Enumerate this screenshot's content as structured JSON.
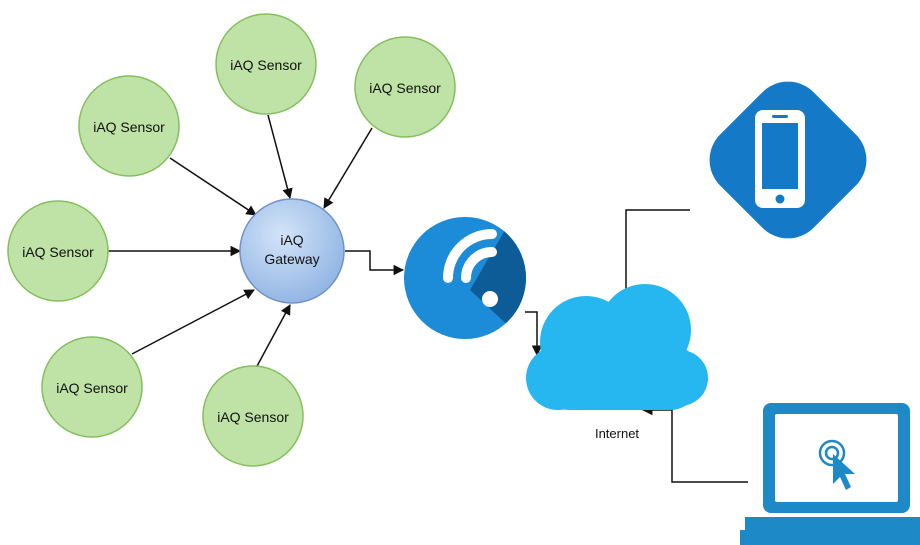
{
  "nodes": {
    "sensor_label": "iAQ Sensor",
    "gateway": {
      "line1": "iAQ",
      "line2": "Gateway"
    },
    "internet_label": "Internet"
  },
  "colors": {
    "sensor_fill": "#bfe3a7",
    "sensor_stroke": "#84bf5c",
    "gateway_fill": "#a9c7ec",
    "gateway_stroke": "#6e93c8",
    "wifi_blue": "#1c8bd8",
    "wifi_dark": "#0e5c97",
    "cloud": "#26b6f0",
    "phone_bg": "#1479c7",
    "laptop": "#1d89c7",
    "arrow": "#111111"
  },
  "icons": [
    "wifi-router-icon",
    "cloud-icon",
    "smartphone-icon",
    "laptop-icon",
    "cursor-click-icon"
  ]
}
